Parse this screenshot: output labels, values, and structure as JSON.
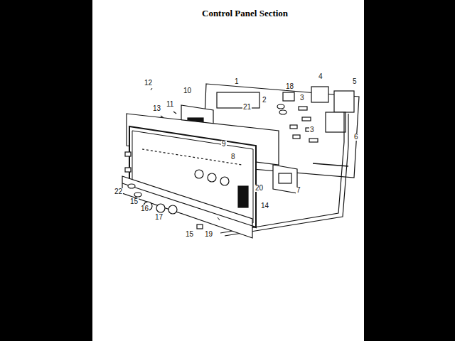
{
  "diagram": {
    "title": "Control Panel Section",
    "labels": [
      "12",
      "10",
      "1",
      "18",
      "4",
      "5",
      "2",
      "3",
      "21",
      "13",
      "11",
      "9",
      "8",
      "3",
      "6",
      "20",
      "7",
      "14",
      "22",
      "15",
      "16",
      "17",
      "15",
      "19"
    ]
  }
}
